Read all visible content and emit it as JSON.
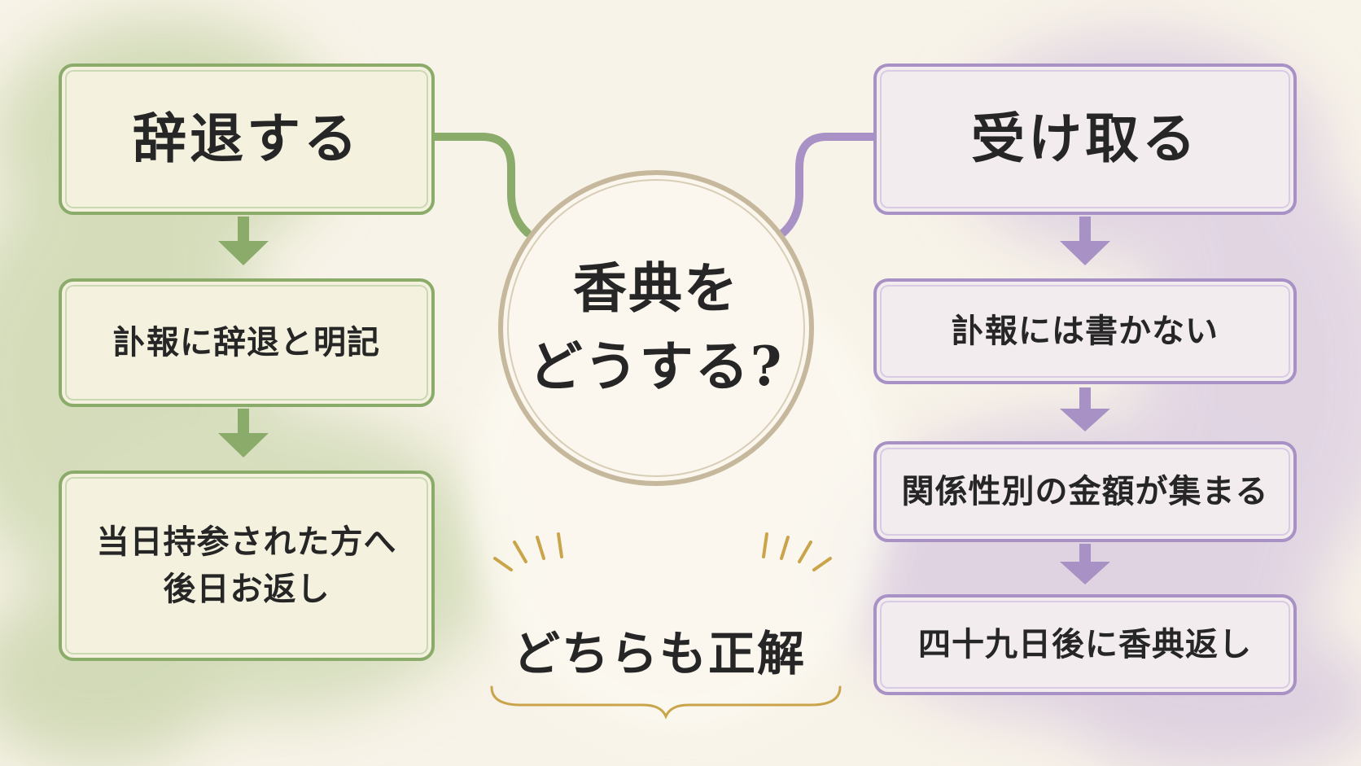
{
  "center": {
    "text": "香典を\nどうする?"
  },
  "left": {
    "title": "辞退する",
    "steps": [
      "訃報に辞退と明記",
      "当日持参された方へ\n後日お返し"
    ]
  },
  "right": {
    "title": "受け取る",
    "steps": [
      "訃報には書かない",
      "関係性別の金額が集まる",
      "四十九日後に香典返し"
    ]
  },
  "verdict": "どちらも正解",
  "colors": {
    "green": "#8aab6a",
    "purple": "#a891c4",
    "gold": "#c9a44a",
    "ring": "#c6b89c"
  }
}
